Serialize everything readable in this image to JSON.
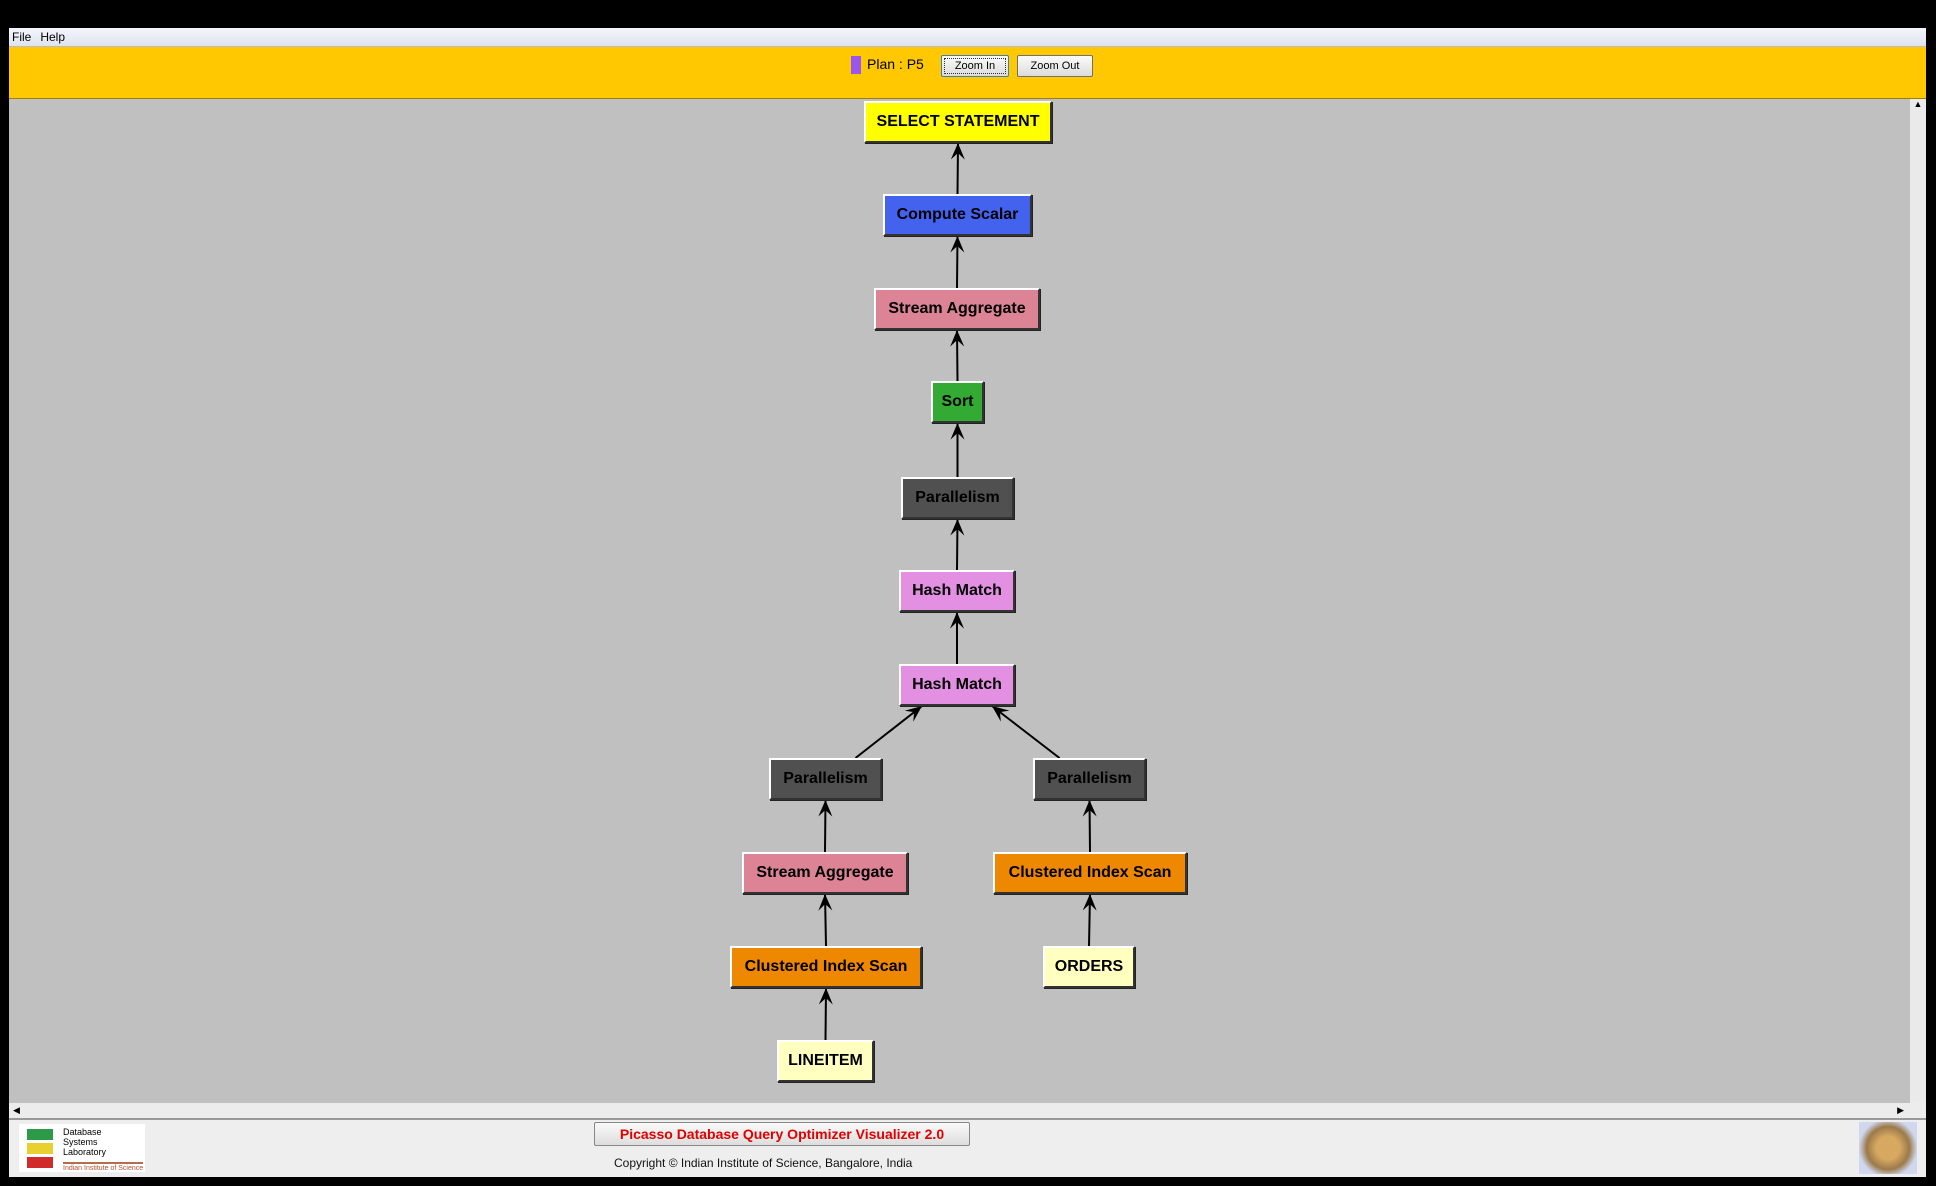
{
  "menu": {
    "file": "File",
    "help": "Help"
  },
  "toolbar": {
    "plan_label": "Plan : P5",
    "zoom_in": "Zoom In",
    "zoom_out": "Zoom Out",
    "plan_color": "#9955ee"
  },
  "plan_tree": {
    "nodes": [
      {
        "id": "n0",
        "label": "SELECT STATEMENT",
        "color": "#ffff00",
        "text": "#000"
      },
      {
        "id": "n1",
        "label": "Compute Scalar",
        "color": "#4363ee",
        "text": "#000"
      },
      {
        "id": "n2",
        "label": "Stream Aggregate",
        "color": "#dc8396",
        "text": "#000"
      },
      {
        "id": "n3",
        "label": "Sort",
        "color": "#33aa33",
        "text": "#000"
      },
      {
        "id": "n4",
        "label": "Parallelism",
        "color": "#505050",
        "text": "#000"
      },
      {
        "id": "n5",
        "label": "Hash Match",
        "color": "#e390e3",
        "text": "#000"
      },
      {
        "id": "n6",
        "label": "Hash Match",
        "color": "#e390e3",
        "text": "#000"
      },
      {
        "id": "n7",
        "label": "Parallelism",
        "color": "#505050",
        "text": "#000"
      },
      {
        "id": "n8",
        "label": "Parallelism",
        "color": "#505050",
        "text": "#000"
      },
      {
        "id": "n9",
        "label": "Stream Aggregate",
        "color": "#dc8396",
        "text": "#000"
      },
      {
        "id": "n10",
        "label": "Clustered Index Scan",
        "color": "#ee8800",
        "text": "#000"
      },
      {
        "id": "n11",
        "label": "Clustered Index Scan",
        "color": "#ee8800",
        "text": "#000"
      },
      {
        "id": "n12",
        "label": "ORDERS",
        "color": "#ffffc0",
        "text": "#000"
      },
      {
        "id": "n13",
        "label": "LINEITEM",
        "color": "#ffffc0",
        "text": "#000"
      }
    ],
    "edges": [
      [
        "n1",
        "n0"
      ],
      [
        "n2",
        "n1"
      ],
      [
        "n3",
        "n2"
      ],
      [
        "n4",
        "n3"
      ],
      [
        "n5",
        "n4"
      ],
      [
        "n6",
        "n5"
      ],
      [
        "n7",
        "n6"
      ],
      [
        "n8",
        "n6"
      ],
      [
        "n9",
        "n7"
      ],
      [
        "n10",
        "n8"
      ],
      [
        "n11",
        "n9"
      ],
      [
        "n12",
        "n10"
      ],
      [
        "n13",
        "n11"
      ]
    ]
  },
  "footer": {
    "lab_name": "Database Systems Laboratory",
    "institute": "Indian Institute of Science",
    "title": "Picasso Database Query Optimizer Visualizer 2.0",
    "copyright": "Copyright © Indian Institute of Science, Bangalore, India"
  }
}
